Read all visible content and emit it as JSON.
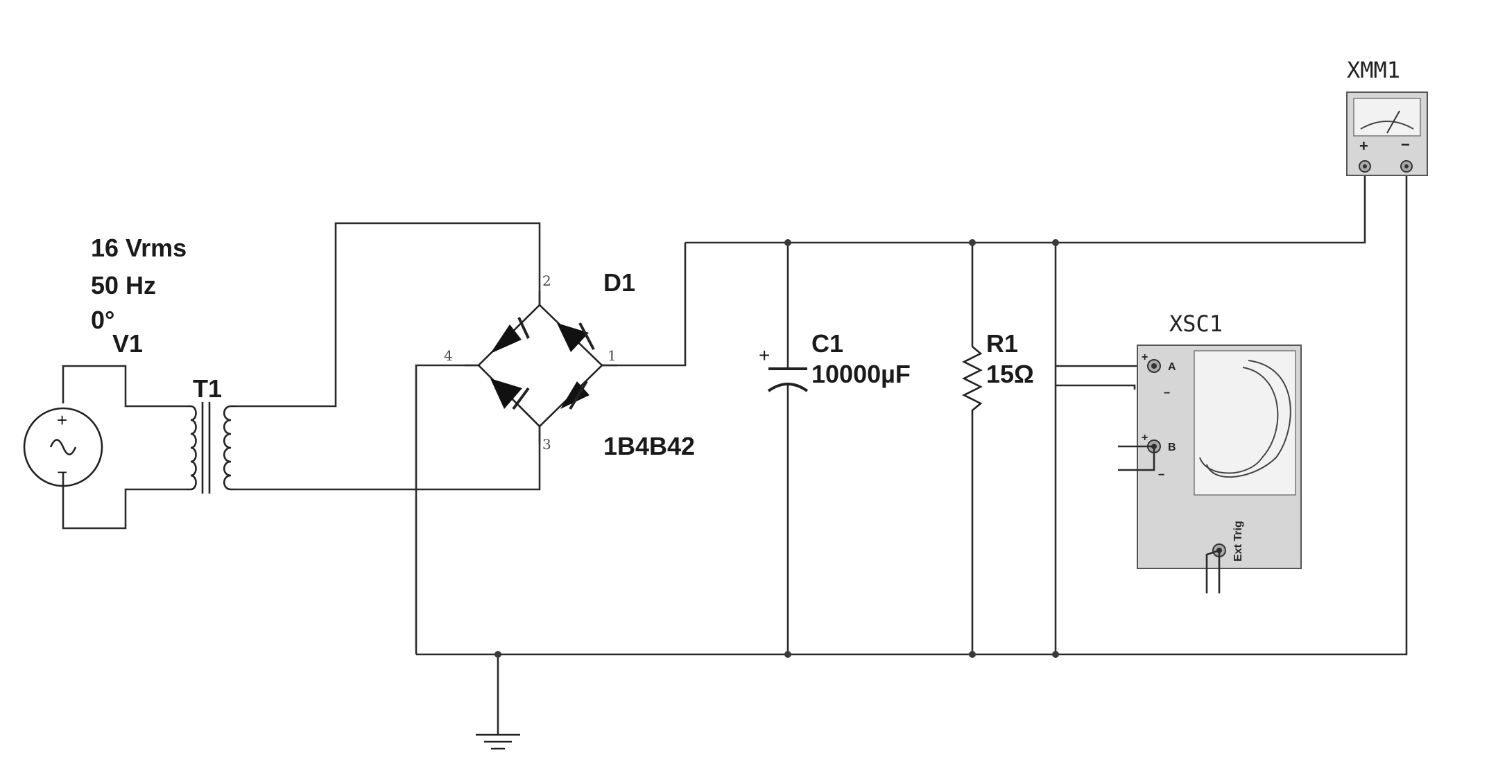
{
  "source": {
    "ref": "V1",
    "voltage": "16 Vrms",
    "frequency": "50 Hz",
    "phase": "0°",
    "plus": "+",
    "minus": "−"
  },
  "transformer": {
    "ref": "T1"
  },
  "bridge": {
    "ref": "D1",
    "part": "1B4B42",
    "pins": [
      "1",
      "2",
      "3",
      "4"
    ]
  },
  "capacitor": {
    "ref": "C1",
    "value": "10000µF",
    "plus": "+"
  },
  "resistor": {
    "ref": "R1",
    "value": "15Ω"
  },
  "oscilloscope": {
    "ref": "XSC1",
    "channel_a": "A",
    "channel_b": "B",
    "ext_trig": "Ext Trig",
    "plus": "+",
    "minus": "−"
  },
  "multimeter": {
    "ref": "XMM1",
    "plus": "+",
    "minus": "−"
  },
  "colors": {
    "wire": "#2b2b2b",
    "instrument_body": "#d6d6d6",
    "background": "#ffffff"
  }
}
